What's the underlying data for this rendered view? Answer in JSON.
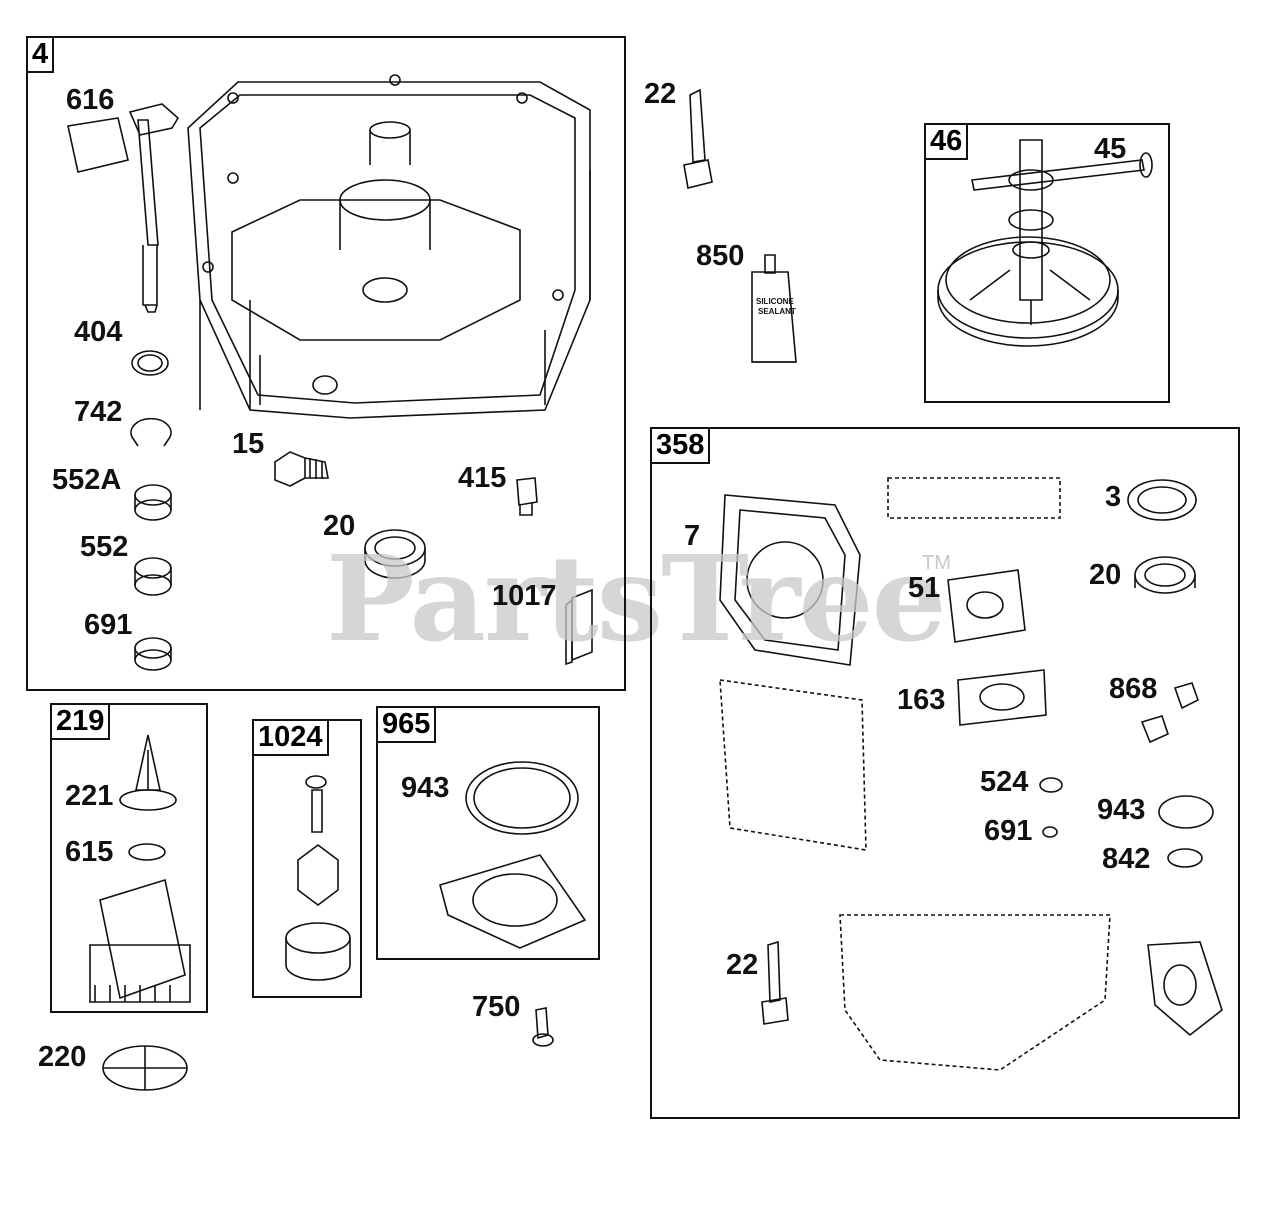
{
  "watermark": {
    "text": "PartsTree",
    "tm": "TM"
  },
  "tube_text": {
    "line1": "SILICONE",
    "line2": "SEALANT"
  },
  "kits": {
    "k4": "4",
    "k46": "46",
    "k358": "358",
    "k219": "219",
    "k1024": "1024",
    "k965": "965"
  },
  "labels": {
    "l616": "616",
    "l404": "404",
    "l742": "742",
    "l552a": "552A",
    "l552": "552",
    "l691a": "691",
    "l15": "15",
    "l415": "415",
    "l20a": "20",
    "l1017": "1017",
    "l22a": "22",
    "l850": "850",
    "l45": "45",
    "l7": "7",
    "l3": "3",
    "l51": "51",
    "l20b": "20",
    "l163": "163",
    "l868": "868",
    "l524": "524",
    "l691b": "691",
    "l943b": "943",
    "l842": "842",
    "l22b": "22",
    "l221": "221",
    "l615": "615",
    "l220": "220",
    "l943a": "943",
    "l750": "750"
  }
}
